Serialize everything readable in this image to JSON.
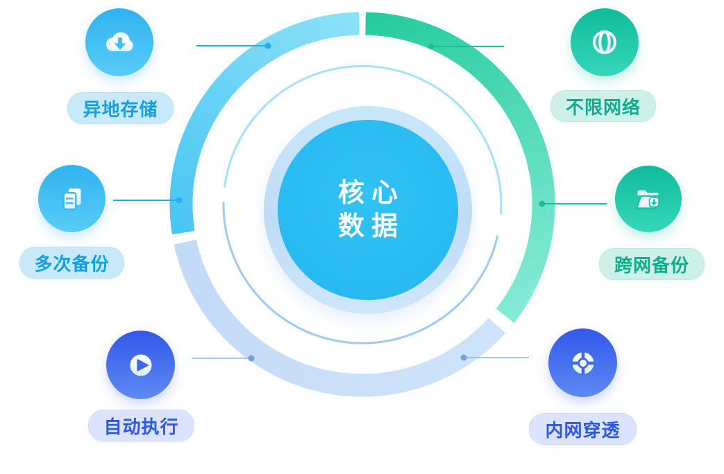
{
  "center": {
    "title_line1": "核心",
    "title_line2": "数据",
    "color": "#29BCF2"
  },
  "features": [
    {
      "label": "异地存储",
      "icon": "cloud-download-icon",
      "scheme": "blue",
      "position": "top-left"
    },
    {
      "label": "不限网络",
      "icon": "globe-icon",
      "scheme": "teal",
      "position": "top-right"
    },
    {
      "label": "多次备份",
      "icon": "documents-icon",
      "scheme": "blue",
      "position": "middle-left"
    },
    {
      "label": "跨网备份",
      "icon": "folder-download-icon",
      "scheme": "teal",
      "position": "middle-right"
    },
    {
      "label": "自动执行",
      "icon": "play-icon",
      "scheme": "indigo",
      "position": "bottom-left"
    },
    {
      "label": "内网穿透",
      "icon": "target-icon",
      "scheme": "indigo",
      "position": "bottom-right"
    }
  ],
  "colors": {
    "blue_accent": "#2AACE8",
    "teal_accent": "#1EBE9D",
    "indigo_accent": "#2E57E8",
    "pale_arc": "#C9DFF8",
    "core_fill": "#29BCF2"
  }
}
